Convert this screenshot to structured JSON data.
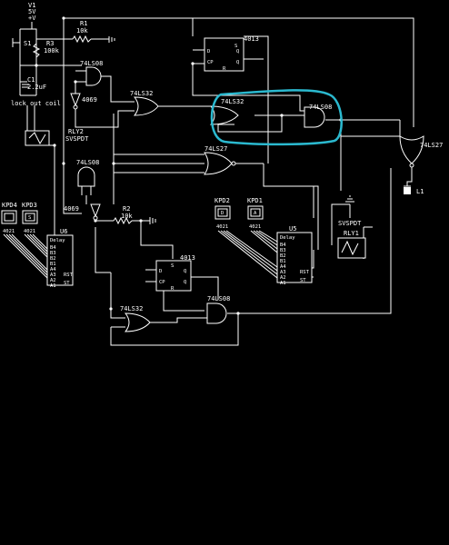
{
  "labels": {
    "v1": "V1",
    "v1_volt": "5V",
    "v1_plus": "+V",
    "r1": "R1",
    "r1_val": "10k",
    "s1": "S1",
    "r3": "R3",
    "r3_val": "100k",
    "c1": "C1",
    "c1_val": "2.2uF",
    "lockout": "lock out coil",
    "rly2": "RLY2",
    "rly2_type": "SVSPDT",
    "ic_4013_top": "4013",
    "ic_74ls08_top": "74LS08",
    "ic_4069_top": "4069",
    "ic_74ls32_top": "74LS32",
    "ic_74ls32_hl": "74LS32",
    "ic_74ls08_hl": "74LS08",
    "ic_74ls27_mid": "74LS27",
    "ic_74ls27_right": "74LS27",
    "ic_74ls08_left": "74LS08",
    "ic_4069_left": "4069",
    "l1": "L1",
    "r2": "R2",
    "r2_val": "10k",
    "ic_4013_bot": "4013",
    "ic_74ls32_bot": "74LS32",
    "ic_74ls08_bot": "74LS08",
    "kpd4": "KPD4",
    "kpd4_chip": "4021",
    "kpd4_key": "",
    "kpd3": "KPD3",
    "kpd3_chip": "4021",
    "kpd3_key": "S",
    "kpd2": "KPD2",
    "kpd2_chip": "4021",
    "kpd2_key": "D",
    "kpd1": "KPD1",
    "kpd1_chip": "4021",
    "kpd1_key": "A",
    "u6": "U6",
    "u6_type": "Delay",
    "u5": "U5",
    "u5_type": "Delay",
    "svspdt_r": "SVSPDT",
    "rly1": "RLY1"
  },
  "ff_pins": {
    "d": "D",
    "cp": "CP",
    "q": "Q",
    "qbar": "Q",
    "r": "R",
    "s": "S"
  },
  "delay_pins": [
    "B4",
    "B3",
    "B2",
    "B1",
    "A4",
    "A3",
    "A2",
    "A1"
  ],
  "delay_rst": "RST",
  "delay_st": "ST"
}
